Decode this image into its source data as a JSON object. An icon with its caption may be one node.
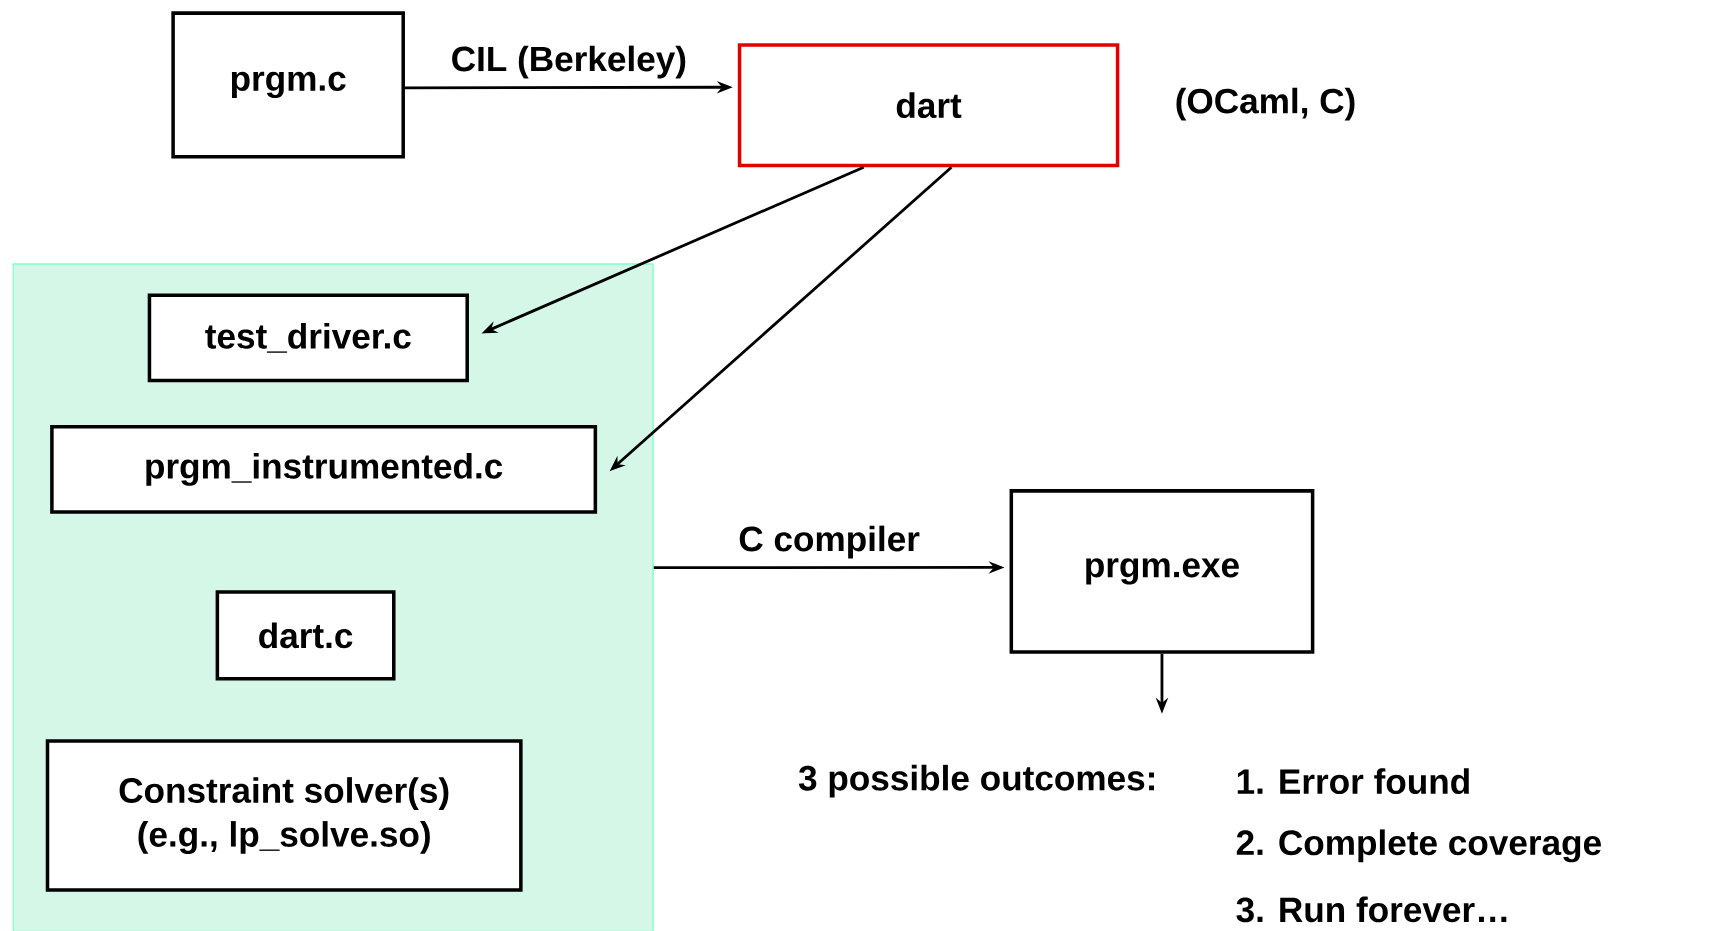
{
  "diagram": {
    "nodes": [
      {
        "text": [
          "prgm.c"
        ]
      },
      {
        "text": [
          "dart"
        ],
        "beside": [
          "(OCaml, C)"
        ]
      },
      {
        "text": [],
        "shape": "box"
      },
      {
        "text": [
          "test_driver.c"
        ],
        "in": 2
      },
      {
        "text": [
          "prgm_instrumented.c"
        ],
        "in": 2
      },
      {
        "text": [
          "dart.c"
        ],
        "in": 2
      },
      {
        "text": [
          "Constraint solver(s) (e.g., lp_solve.so)"
        ],
        "in": 2
      },
      {
        "text": [
          "prgm.exe"
        ]
      }
    ],
    "edges": [
      {
        "from": 0,
        "to": 1,
        "arrow": "to",
        "label": "CIL (Berkeley)"
      },
      {
        "from": 1,
        "to": 3,
        "arrow": "to"
      },
      {
        "from": 1,
        "to": 4,
        "arrow": "to"
      },
      {
        "from": 2,
        "to": 7,
        "arrow": "to",
        "label": "C compiler"
      },
      {
        "from": 7,
        "to": null,
        "arrow": "to"
      }
    ],
    "labels": [
      "3 possible outcomes:",
      "1. Error found",
      "2. Complete coverage",
      "3. Run forever…"
    ]
  }
}
